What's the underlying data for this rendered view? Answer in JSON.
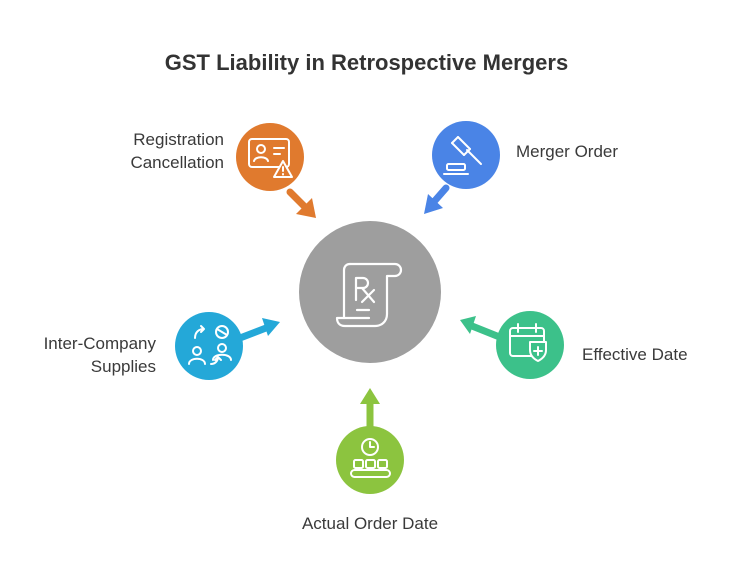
{
  "title": "GST Liability in Retrospective Mergers",
  "center": {
    "icon": "prescription-document-icon",
    "color": "#9e9e9e"
  },
  "nodes": [
    {
      "id": "registration",
      "lines": [
        "Registration",
        "Cancellation"
      ],
      "icon": "id-card-warning-icon",
      "color": "#e07a2e"
    },
    {
      "id": "merger",
      "lines": [
        "Merger Order"
      ],
      "icon": "gavel-icon",
      "color": "#4a84e6"
    },
    {
      "id": "inter-company",
      "lines": [
        "Inter-Company",
        "Supplies"
      ],
      "icon": "people-exchange-icon",
      "color": "#24a8d8"
    },
    {
      "id": "effective",
      "lines": [
        "Effective Date"
      ],
      "icon": "calendar-shield-icon",
      "color": "#3cc18a"
    },
    {
      "id": "actual",
      "lines": [
        "Actual Order Date"
      ],
      "icon": "clock-conveyor-icon",
      "color": "#8cc43f"
    }
  ]
}
